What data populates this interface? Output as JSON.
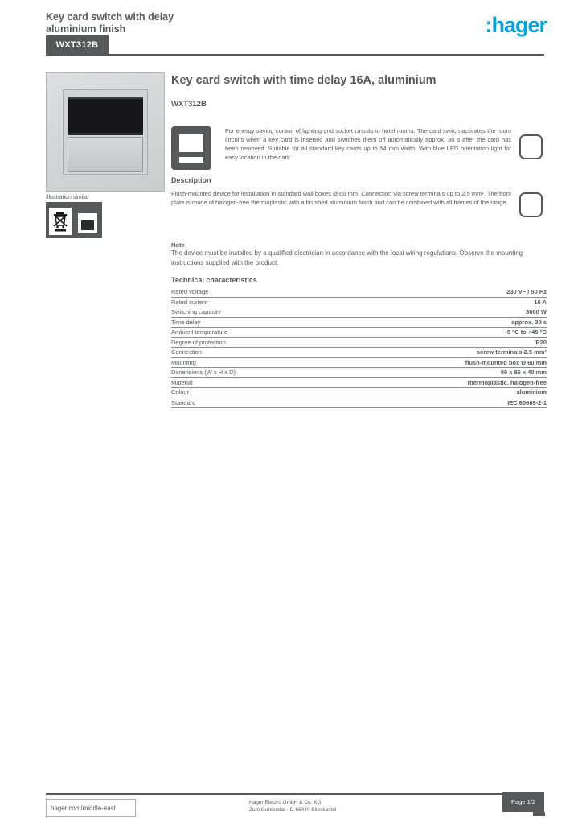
{
  "colors": {
    "ink": "#57585a",
    "logo_cyan": "#00a3e0"
  },
  "header": {
    "title_line1": "Key card switch with delay",
    "title_line2": "aluminium finish",
    "reference_badge": "WXT312B",
    "logo_text": ":hager"
  },
  "product": {
    "image_caption": "Illustration similar",
    "icons": {
      "weee": "weee-crossed-bin",
      "certification": "disposal-note"
    }
  },
  "main": {
    "title": "Key card switch with time delay 16A, aluminium",
    "reference": "WXT312B",
    "overview_text": "For energy saving control of lighting and socket circuits in hotel rooms. The card switch activates the room circuits when a key card is inserted and switches them off automatically approx. 30 s after the card has been removed. Suitable for all standard key cards up to 54 mm width. With blue LED orientation light for easy location in the dark.",
    "description_heading": "Description",
    "description_text": "Flush-mounted device for installation in standard wall boxes Ø 60 mm. Connection via screw terminals up to 2.5 mm². The front plate is made of halogen-free thermoplastic with a brushed aluminium finish and can be combined with all frames of the range.",
    "note_label": "Note",
    "note_text": "The device must be installed by a qualified electrician in accordance with the local wiring regulations. Observe the mounting instructions supplied with the product.",
    "tech_heading": "Technical characteristics",
    "specs": {
      "rows": [
        {
          "label": "Rated voltage",
          "value": "230 V~ / 50 Hz"
        },
        {
          "label": "Rated current",
          "value": "16 A"
        },
        {
          "label": "Switching capacity",
          "value": "3600 W"
        },
        {
          "label": "Time delay",
          "value": "approx. 30 s"
        },
        {
          "label": "Ambient temperature",
          "value": "-5 °C to +45 °C"
        },
        {
          "label": "Degree of protection",
          "value": "IP20"
        },
        {
          "label": "Connection",
          "value": "screw terminals 2.5 mm²"
        },
        {
          "label": "Mounting",
          "value": "flush-mounted box Ø 60 mm"
        },
        {
          "label": "Dimensions (W x H x D)",
          "value": "86 x 86 x 40 mm"
        },
        {
          "label": "Material",
          "value": "thermoplastic, halogen-free"
        },
        {
          "label": "Colour",
          "value": "aluminium"
        },
        {
          "label": "Standard",
          "value": "IEC 60669-2-1"
        }
      ]
    }
  },
  "footer": {
    "website": "hager.com/middle-east",
    "company_line1": "Hager Electro GmbH & Co. KG",
    "company_line2": "Zum Gunterstal · D-66440 Blieskastel",
    "page_label": "Page 1/2"
  }
}
